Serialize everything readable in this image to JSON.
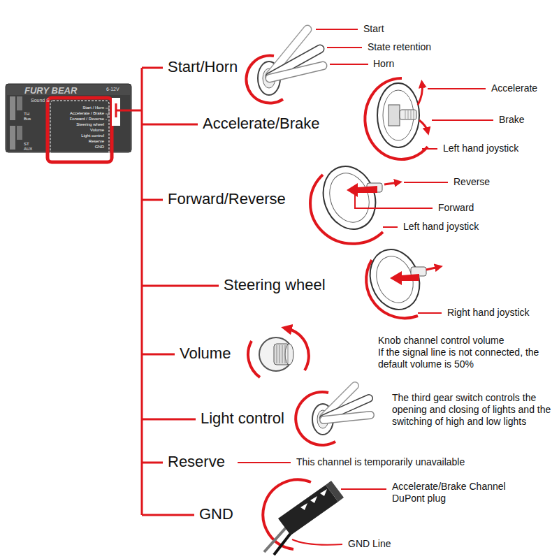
{
  "diagram": {
    "nodes": [
      {
        "text": [
          "FURY BEAR",
          "Sound S",
          "6-12V",
          "TH",
          "Bus",
          "ST",
          "AUX",
          "Start / Horn",
          "Accelerate / Brake",
          "Forward / Reverse",
          "Steering wheel",
          "Volume",
          "Light control",
          "Reserve",
          "GND"
        ]
      }
    ],
    "labels": [
      "Start/Horn",
      "Accelerate/Brake",
      "Forward/Reverse",
      "Steering wheel",
      "Volume",
      "Light control",
      "Reserve",
      "GND",
      "Start",
      "State retention",
      "Horn",
      "Accelerate",
      "Brake",
      "Left hand joystick",
      "Reverse",
      "Forward",
      "Left hand joystick",
      "Right hand joystick",
      "Knob channel control volume",
      "If the signal line is not connected, the default volume is 50%",
      "The third gear switch controls the opening and closing of lights and the switching of high and low lights",
      "This channel is temporarily unavailable",
      "Accelerate/Brake Channel DuPont plug",
      "GND Line"
    ]
  }
}
